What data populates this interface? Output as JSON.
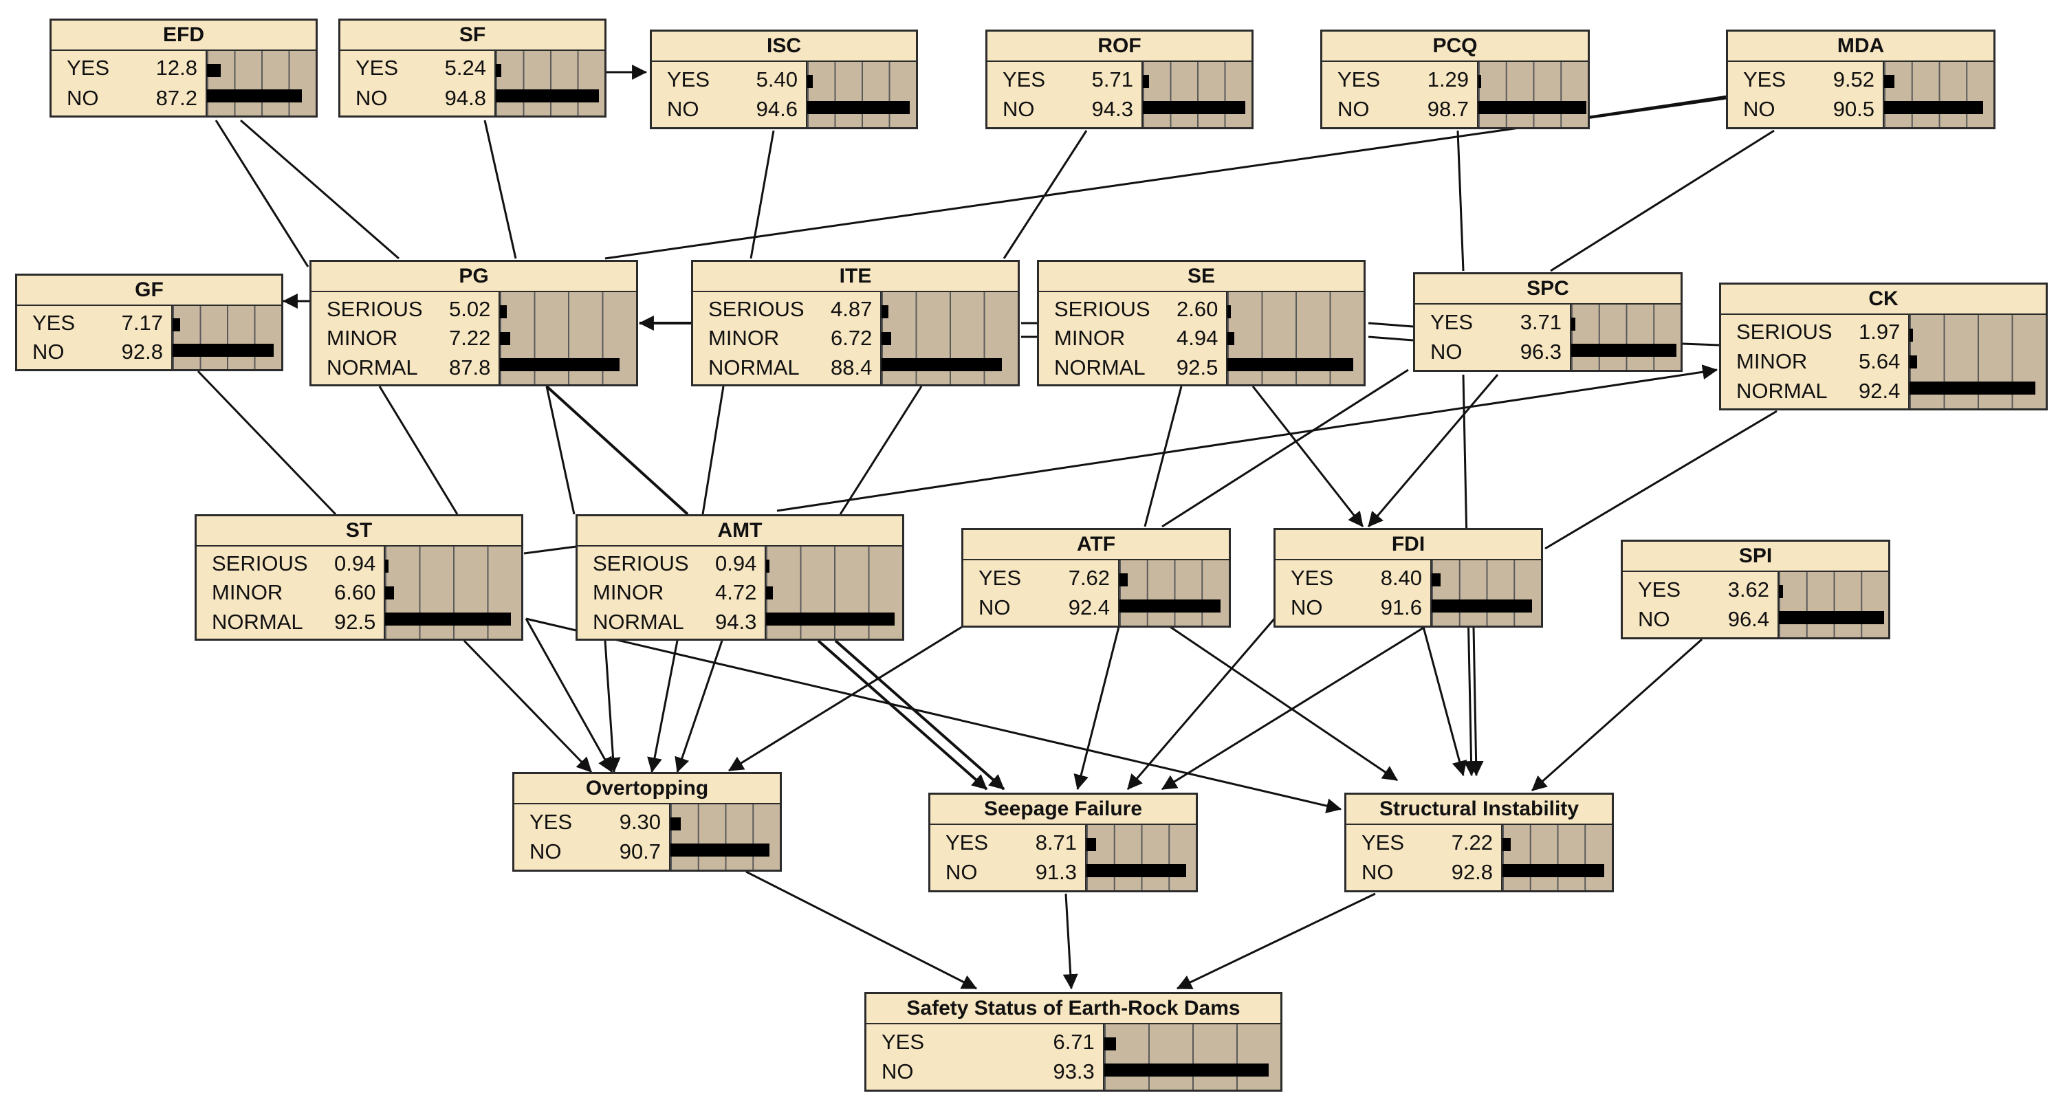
{
  "nodes": {
    "efd": {
      "title": "EFD",
      "states": [
        {
          "label": "YES",
          "value": "12.8",
          "pct": 12.8
        },
        {
          "label": "NO",
          "value": "87.2",
          "pct": 87.2
        }
      ]
    },
    "sf": {
      "title": "SF",
      "states": [
        {
          "label": "YES",
          "value": "5.24",
          "pct": 5.24
        },
        {
          "label": "NO",
          "value": "94.8",
          "pct": 94.8
        }
      ]
    },
    "isc": {
      "title": "ISC",
      "states": [
        {
          "label": "YES",
          "value": "5.40",
          "pct": 5.4
        },
        {
          "label": "NO",
          "value": "94.6",
          "pct": 94.6
        }
      ]
    },
    "rof": {
      "title": "ROF",
      "states": [
        {
          "label": "YES",
          "value": "5.71",
          "pct": 5.71
        },
        {
          "label": "NO",
          "value": "94.3",
          "pct": 94.3
        }
      ]
    },
    "pcq": {
      "title": "PCQ",
      "states": [
        {
          "label": "YES",
          "value": "1.29",
          "pct": 1.29
        },
        {
          "label": "NO",
          "value": "98.7",
          "pct": 98.7
        }
      ]
    },
    "mda": {
      "title": "MDA",
      "states": [
        {
          "label": "YES",
          "value": "9.52",
          "pct": 9.52
        },
        {
          "label": "NO",
          "value": "90.5",
          "pct": 90.5
        }
      ]
    },
    "gf": {
      "title": "GF",
      "states": [
        {
          "label": "YES",
          "value": "7.17",
          "pct": 7.17
        },
        {
          "label": "NO",
          "value": "92.8",
          "pct": 92.8
        }
      ]
    },
    "pg": {
      "title": "PG",
      "states": [
        {
          "label": "SERIOUS",
          "value": "5.02",
          "pct": 5.02
        },
        {
          "label": "MINOR",
          "value": "7.22",
          "pct": 7.22
        },
        {
          "label": "NORMAL",
          "value": "87.8",
          "pct": 87.8
        }
      ]
    },
    "ite": {
      "title": "ITE",
      "states": [
        {
          "label": "SERIOUS",
          "value": "4.87",
          "pct": 4.87
        },
        {
          "label": "MINOR",
          "value": "6.72",
          "pct": 6.72
        },
        {
          "label": "NORMAL",
          "value": "88.4",
          "pct": 88.4
        }
      ]
    },
    "se": {
      "title": "SE",
      "states": [
        {
          "label": "SERIOUS",
          "value": "2.60",
          "pct": 2.6
        },
        {
          "label": "MINOR",
          "value": "4.94",
          "pct": 4.94
        },
        {
          "label": "NORMAL",
          "value": "92.5",
          "pct": 92.5
        }
      ]
    },
    "spc": {
      "title": "SPC",
      "states": [
        {
          "label": "YES",
          "value": "3.71",
          "pct": 3.71
        },
        {
          "label": "NO",
          "value": "96.3",
          "pct": 96.3
        }
      ]
    },
    "ck": {
      "title": "CK",
      "states": [
        {
          "label": "SERIOUS",
          "value": "1.97",
          "pct": 1.97
        },
        {
          "label": "MINOR",
          "value": "5.64",
          "pct": 5.64
        },
        {
          "label": "NORMAL",
          "value": "92.4",
          "pct": 92.4
        }
      ]
    },
    "st": {
      "title": "ST",
      "states": [
        {
          "label": "SERIOUS",
          "value": "0.94",
          "pct": 0.94
        },
        {
          "label": "MINOR",
          "value": "6.60",
          "pct": 6.6
        },
        {
          "label": "NORMAL",
          "value": "92.5",
          "pct": 92.5
        }
      ]
    },
    "amt": {
      "title": "AMT",
      "states": [
        {
          "label": "SERIOUS",
          "value": "0.94",
          "pct": 0.94
        },
        {
          "label": "MINOR",
          "value": "4.72",
          "pct": 4.72
        },
        {
          "label": "NORMAL",
          "value": "94.3",
          "pct": 94.3
        }
      ]
    },
    "atf": {
      "title": "ATF",
      "states": [
        {
          "label": "YES",
          "value": "7.62",
          "pct": 7.62
        },
        {
          "label": "NO",
          "value": "92.4",
          "pct": 92.4
        }
      ]
    },
    "fdi": {
      "title": "FDI",
      "states": [
        {
          "label": "YES",
          "value": "8.40",
          "pct": 8.4
        },
        {
          "label": "NO",
          "value": "91.6",
          "pct": 91.6
        }
      ]
    },
    "spi": {
      "title": "SPI",
      "states": [
        {
          "label": "YES",
          "value": "3.62",
          "pct": 3.62
        },
        {
          "label": "NO",
          "value": "96.4",
          "pct": 96.4
        }
      ]
    },
    "overtopping": {
      "title": "Overtopping",
      "states": [
        {
          "label": "YES",
          "value": "9.30",
          "pct": 9.3
        },
        {
          "label": "NO",
          "value": "90.7",
          "pct": 90.7
        }
      ]
    },
    "seepage": {
      "title": "Seepage Failure",
      "states": [
        {
          "label": "YES",
          "value": "8.71",
          "pct": 8.71
        },
        {
          "label": "NO",
          "value": "91.3",
          "pct": 91.3
        }
      ]
    },
    "structural": {
      "title": "Structural Instability",
      "states": [
        {
          "label": "YES",
          "value": "7.22",
          "pct": 7.22
        },
        {
          "label": "NO",
          "value": "92.8",
          "pct": 92.8
        }
      ]
    },
    "safety": {
      "title": "Safety Status of Earth-Rock Dams",
      "states": [
        {
          "label": "YES",
          "value": "6.71",
          "pct": 6.71
        },
        {
          "label": "NO",
          "value": "93.3",
          "pct": 93.3
        }
      ]
    }
  },
  "colors": {
    "node_fill": "#f7e6c2",
    "bar_area": "#c9b8a0",
    "bar": "#000000",
    "edge": "#111111"
  }
}
